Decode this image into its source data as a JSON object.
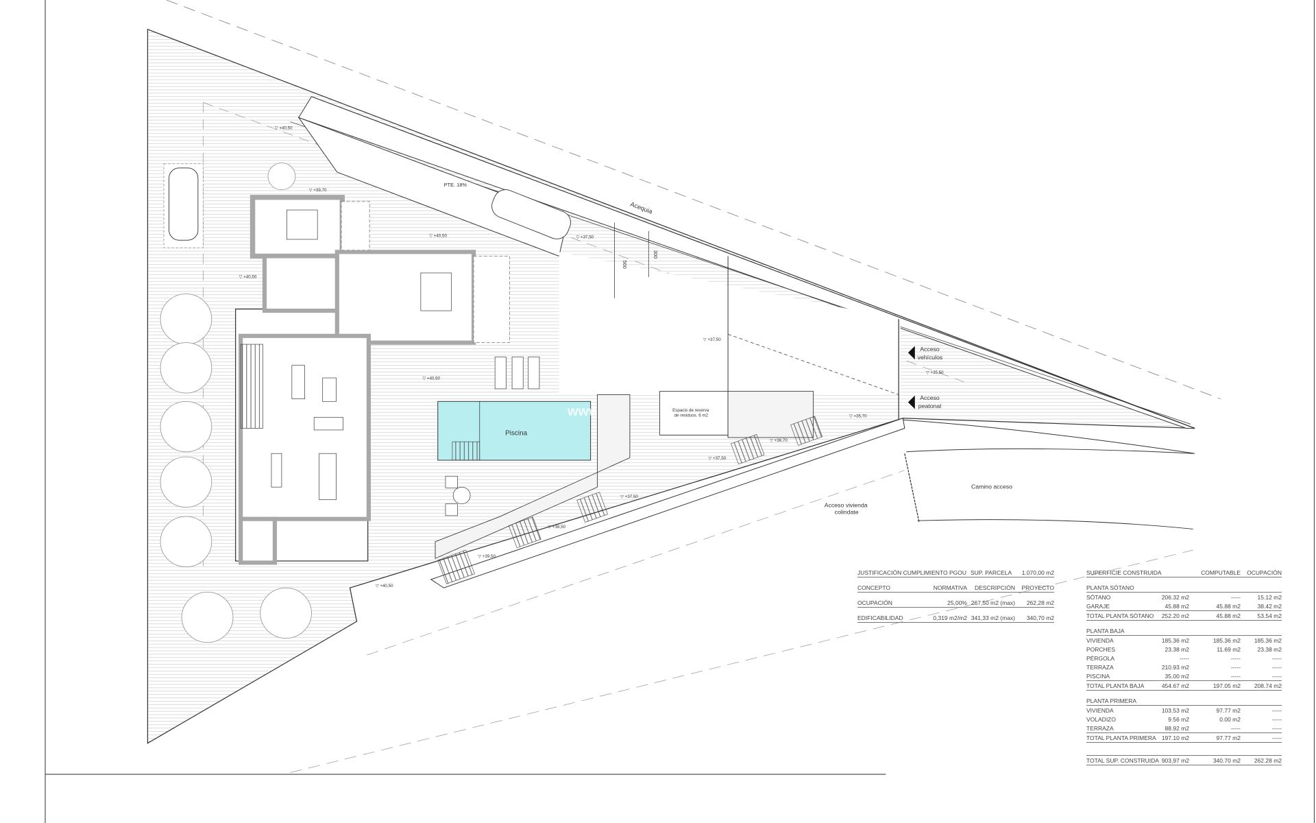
{
  "plan": {
    "labels": {
      "acequia": "Acequia",
      "pte": "PTE. 18%",
      "piscina": "Piscina",
      "acceso_vehiculos_1": "Acceso",
      "acceso_vehiculos_2": "vehículos",
      "acceso_peatonal_1": "Acceso",
      "acceso_peatonal_2": "peatonal",
      "residuos_1": "Espacio de reserva",
      "residuos_2": "de residuos. 6 m2",
      "camino": "Camino acceso",
      "colindante_1": "Acceso vivienda",
      "colindante_2": "colindate",
      "dim_1": "500",
      "dim_2": "300",
      "watermark": "www"
    },
    "levels": [
      "+40,50",
      "+39,70",
      "+40,50",
      "+37,50",
      "+40,50",
      "+40,50",
      "+37,50",
      "+35,50",
      "+35,70",
      "+36,70",
      "+37,50",
      "+37,50",
      "+38,50",
      "+39,50",
      "+40,50"
    ],
    "colors": {
      "pool": "#b9eef0",
      "walls": "#a8a8a8",
      "lines": "#333333"
    }
  },
  "table_pgou": {
    "title": "JUSTIFICACIÓN CUMPLIMIENTO PGOU",
    "parcela_label": "SUP. PARCELA",
    "parcela_value": "1.070,00 m2",
    "headers": [
      "CONCEPTO",
      "NORMATIVA",
      "DESCRIPCIÓN",
      "PROYECTO"
    ],
    "rows": [
      [
        "OCUPACIÓN",
        "25,00%",
        "267,50 m2 (max)",
        "262,28 m2"
      ],
      [
        "EDIFICABILIDAD",
        "0,319 m2/m2",
        "341,33 m2 (max)",
        "340,70 m2"
      ]
    ]
  },
  "table_superficie": {
    "headers": [
      "SUPERFICIE CONSTRUIDA",
      "",
      "COMPUTABLE",
      "OCUPACIÓN"
    ],
    "sections": [
      {
        "title": "PLANTA SÓTANO",
        "rows": [
          [
            "SÓTANO",
            "206.32 m2",
            "-----",
            "15.12 m2"
          ],
          [
            "GARAJE",
            "45.88 m2",
            "45.88 m2",
            "38.42 m2"
          ]
        ],
        "total": [
          "TOTAL PLANTA SÓTANO",
          "252.20 m2",
          "45.88 m2",
          "53.54 m2"
        ]
      },
      {
        "title": "PLANTA BAJA",
        "rows": [
          [
            "VIVIENDA",
            "185.36 m2",
            "185.36 m2",
            "185.36 m2"
          ],
          [
            "PORCHES",
            "23.38 m2",
            "11.69 m2",
            "23.38 m2"
          ],
          [
            "PÉRGOLA",
            "-----",
            "-----",
            "-----"
          ],
          [
            "TERRAZA",
            "210.93 m2",
            "-----",
            "-----"
          ],
          [
            "PISCINA",
            "35.00 m2",
            "-----",
            "-----"
          ]
        ],
        "total": [
          "TOTAL PLANTA BAJA",
          "454.67 m2",
          "197.05 m2",
          "208.74 m2"
        ]
      },
      {
        "title": "PLANTA PRIMERA",
        "rows": [
          [
            "VIVIENDA",
            "103.53 m2",
            "97.77 m2",
            "-----"
          ],
          [
            "VOLADIZO",
            "9.56 m2",
            "0.00 m2",
            "-----"
          ],
          [
            "TERRAZA",
            "88.92 m2",
            "-----",
            "-----"
          ]
        ],
        "total": [
          "TOTAL PLANTA PRIMERA",
          "197.10 m2",
          "97.77 m2",
          "-----"
        ]
      }
    ],
    "grand_total": [
      "TOTAL SUP. CONSTRUIDA",
      "903,97 m2",
      "340.70 m2",
      "262.28 m2"
    ]
  }
}
